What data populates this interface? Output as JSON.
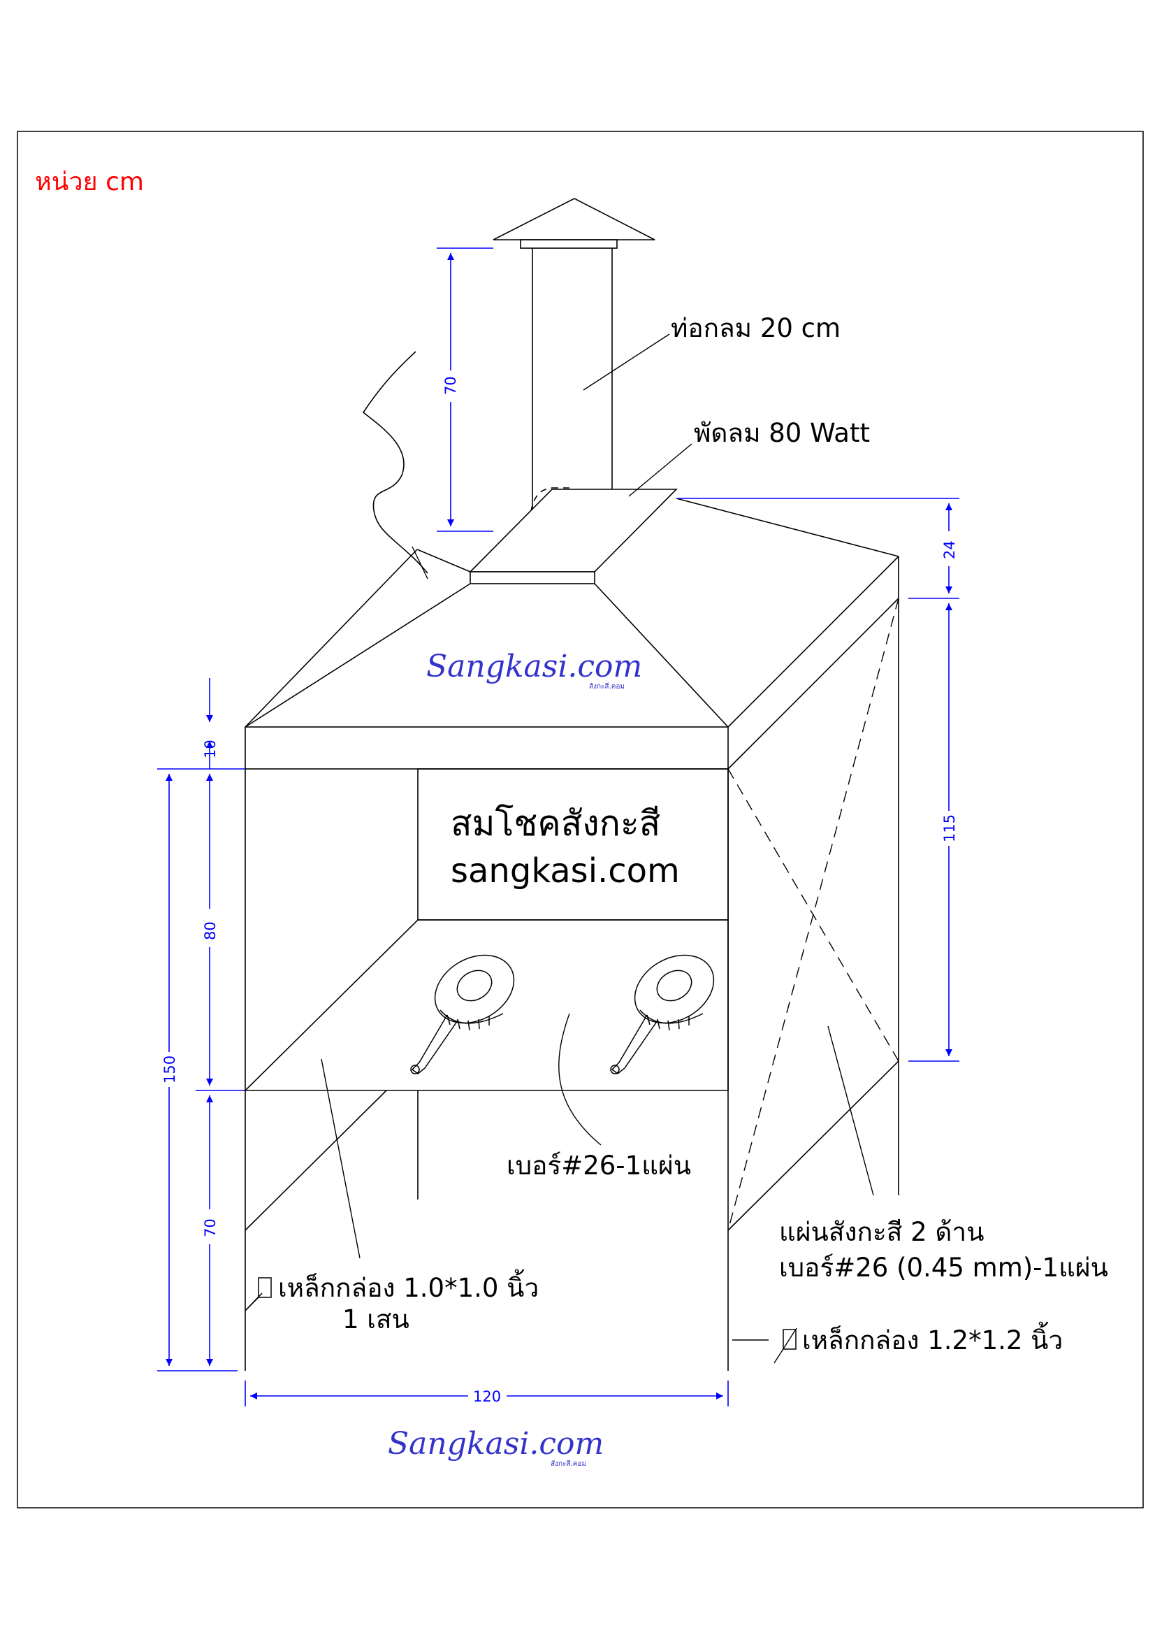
{
  "unit_label": "หน่วย cm",
  "labels": {
    "chimney": "ท่อกลม 20 cm",
    "fan": "พัดลม 80 Watt",
    "back_panel_line1": "สมโชคสังกะสี",
    "back_panel_line2": "sangkasi.com",
    "counter_sheet": "เบอร์#26-1แผ่น",
    "side_sheet_line1": "แผ่นสังกะสี 2 ด้าน",
    "side_sheet_line2": "เบอร์#26 (0.45 mm)-1แผ่น",
    "steel_left_line1": "เหล็กกล่อง 1.0*1.0 นิ้ว",
    "steel_left_line2": "1 เสน",
    "steel_right": "เหล็กกล่อง 1.2*1.2 นิ้ว"
  },
  "dimensions": {
    "chimney_height": "70",
    "hood_rise": "24",
    "hood_band": "10",
    "upper_panel": "80",
    "lower_legs": "70",
    "total_height": "150",
    "side_height": "115",
    "width": "120"
  },
  "watermark": {
    "text": "Sangkasi.com",
    "subtext": "สังกะสี.คอม"
  },
  "colors": {
    "line": "#000000",
    "dimension": "#0000ff",
    "unit_label": "#ff0000",
    "watermark": "#3333cc"
  }
}
